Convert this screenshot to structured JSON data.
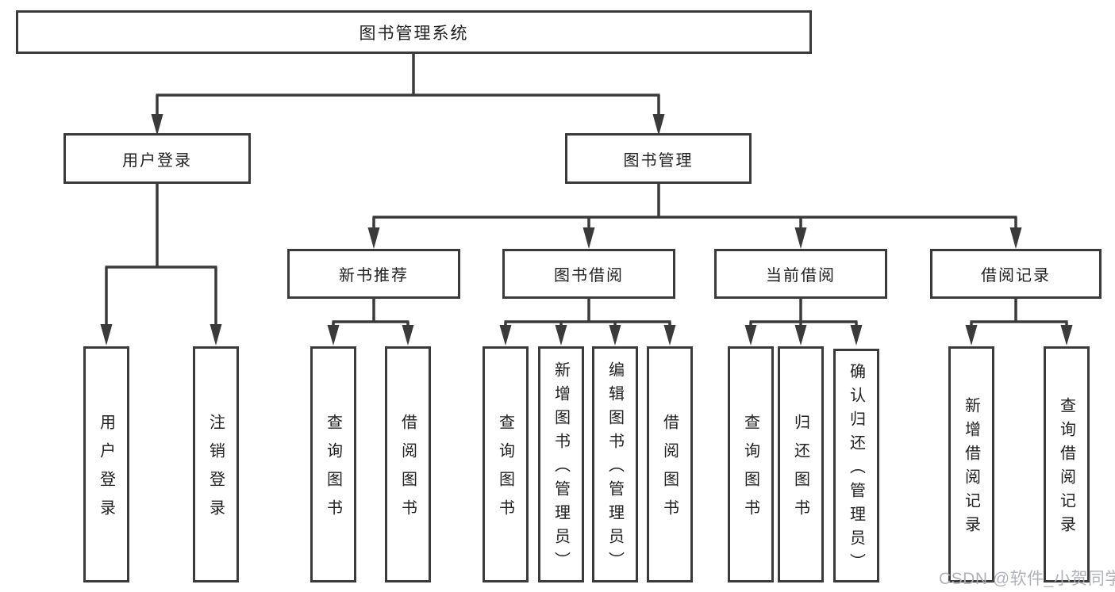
{
  "diagram_title": "图书管理系统",
  "tree": {
    "label": "图书管理系统",
    "children": [
      {
        "label": "用户登录",
        "children": [
          {
            "label": "用户登录"
          },
          {
            "label": "注销登录"
          }
        ]
      },
      {
        "label": "图书管理",
        "children": [
          {
            "label": "新书推荐",
            "children": [
              {
                "label": "查询图书"
              },
              {
                "label": "借阅图书"
              }
            ]
          },
          {
            "label": "图书借阅",
            "children": [
              {
                "label": "查询图书"
              },
              {
                "label": "新增图书（管理员）"
              },
              {
                "label": "编辑图书（管理员）"
              },
              {
                "label": "借阅图书"
              }
            ]
          },
          {
            "label": "当前借阅",
            "children": [
              {
                "label": "查询图书"
              },
              {
                "label": "归还图书"
              },
              {
                "label": "确认归还（管理员）"
              }
            ]
          },
          {
            "label": "借阅记录",
            "children": [
              {
                "label": "新增借阅记录"
              },
              {
                "label": "查询借阅记录"
              }
            ]
          }
        ]
      }
    ]
  },
  "watermark": {
    "text": "CSDN @软件_小贺同学"
  },
  "colors": {
    "line": "#3a3a3a",
    "box_border": "#3a3a3a",
    "box_fill": "#ffffff",
    "text": "#1f1f1f",
    "watermark": "#acaeb4",
    "background": "#ffffff"
  }
}
